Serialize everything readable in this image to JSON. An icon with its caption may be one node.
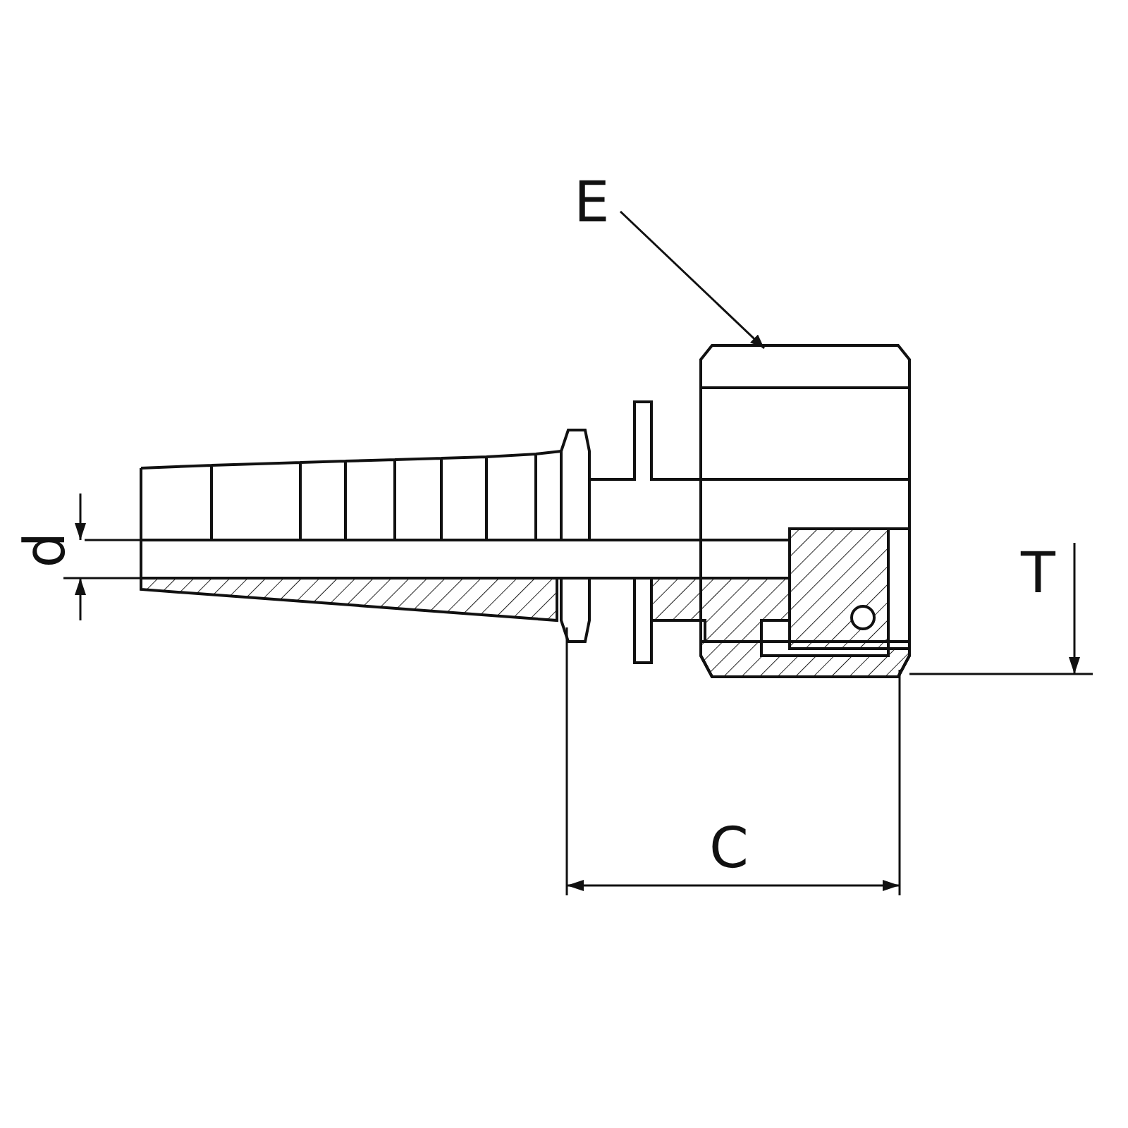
{
  "diagram": {
    "nodes": [
      {
        "text": [
          "E"
        ]
      },
      {
        "text": [],
        "shape": "picture"
      }
    ],
    "edges": [
      {
        "from": 0,
        "to": 1,
        "arrow": "to"
      }
    ],
    "labels": [
      "d",
      "T",
      "C"
    ]
  }
}
